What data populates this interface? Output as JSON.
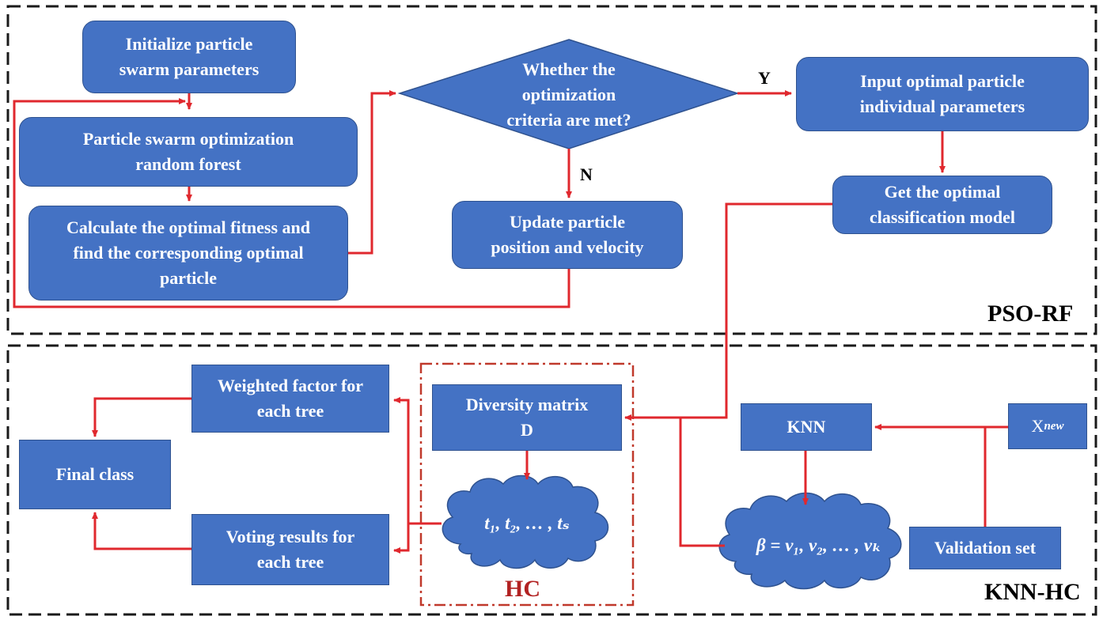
{
  "colors": {
    "box_fill": "#4472c4",
    "box_border": "#2f528f",
    "arrow": "#e0282e",
    "hc_border": "#c0392b",
    "hc_label": "#b22222"
  },
  "pso": {
    "label": "PSO-RF",
    "init": "Initialize particle\nswarm parameters",
    "psorf": "Particle swarm optimization\nrandom forest",
    "fitness": "Calculate the optimal fitness and\nfind the corresponding optimal\nparticle",
    "decision": "Whether the\noptimization\ncriteria are met?",
    "update": "Update particle\nposition and velocity",
    "input": "Input optimal particle\nindividual parameters",
    "model": "Get the optimal\nclassification model",
    "yes": "Y",
    "no": "N"
  },
  "knn": {
    "label": "KNN-HC",
    "hc_label": "HC",
    "diversity": "Diversity matrix\nD",
    "trees_cloud": "t₁, t₂, … , tₛ",
    "weighted": "Weighted factor for\neach tree",
    "voting": "Voting results for\neach tree",
    "final": "Final class",
    "knn_box": "KNN",
    "beta_cloud": "β = v₁, v₂, … , vₖ",
    "validation": "Validation set",
    "xnew_base": "X",
    "xnew_sub": "new"
  }
}
